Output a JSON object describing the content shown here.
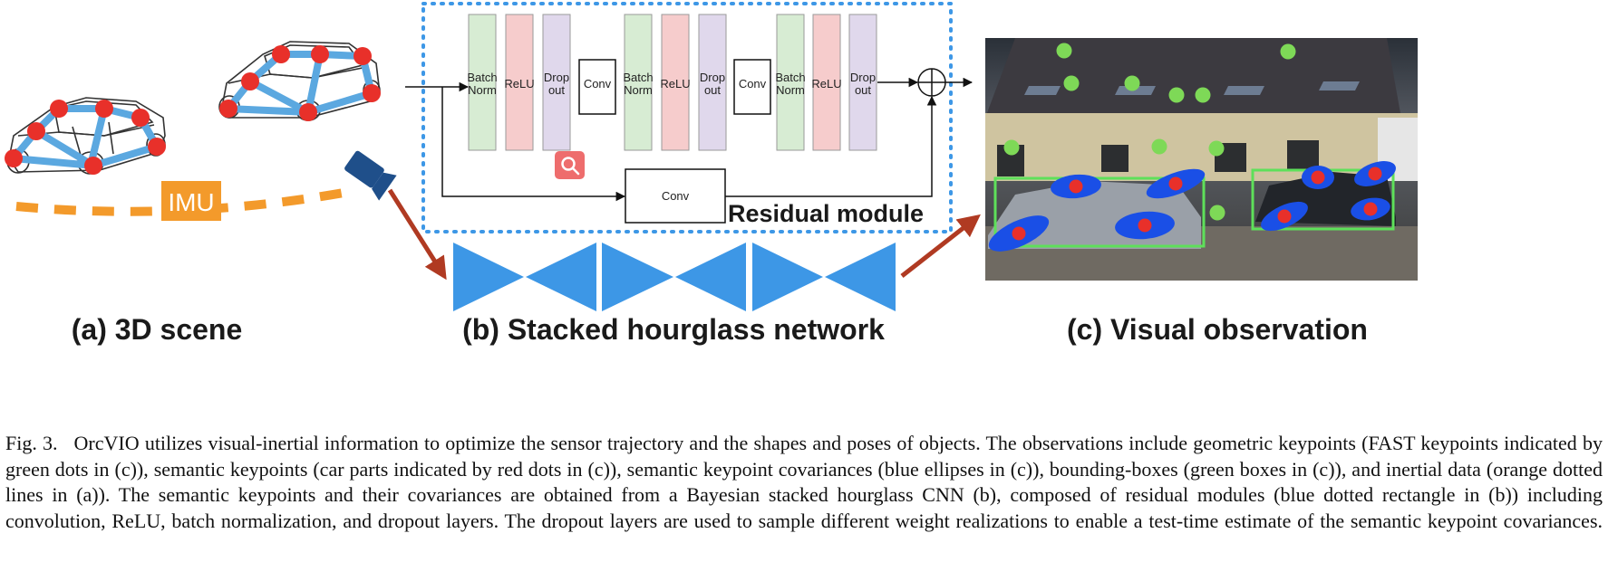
{
  "panels": {
    "a": {
      "label": "(a) 3D scene",
      "imu_label": "IMU"
    },
    "b": {
      "label": "(b) Stacked hourglass network",
      "residual_title": "Residual module",
      "layers": [
        {
          "line1": "Batch",
          "line2": "Norm",
          "kind": "batchnorm"
        },
        {
          "line1": "ReLU",
          "line2": "",
          "kind": "relu"
        },
        {
          "line1": "Drop",
          "line2": "out",
          "kind": "dropout"
        },
        {
          "line1": "Conv",
          "line2": "",
          "kind": "conv"
        },
        {
          "line1": "Batch",
          "line2": "Norm",
          "kind": "batchnorm"
        },
        {
          "line1": "ReLU",
          "line2": "",
          "kind": "relu"
        },
        {
          "line1": "Drop",
          "line2": "out",
          "kind": "dropout"
        },
        {
          "line1": "Conv",
          "line2": "",
          "kind": "conv"
        },
        {
          "line1": "Batch",
          "line2": "Norm",
          "kind": "batchnorm"
        },
        {
          "line1": "ReLU",
          "line2": "",
          "kind": "relu"
        },
        {
          "line1": "Drop",
          "line2": "out",
          "kind": "dropout"
        }
      ],
      "skip_conv_label": "Conv"
    },
    "c": {
      "label": "(c) Visual observation"
    }
  },
  "colors": {
    "keypoint_red": "#e8302a",
    "frame_blue": "#5ba8e0",
    "imu_orange": "#f39a2b",
    "fast_green": "#7ed957",
    "bbox_green": "#5ee05a",
    "ellipse_blue": "#1a4fe6",
    "hourglass_blue": "#3d97e6",
    "arrow_red": "#b03a22",
    "batchnorm_fill": "#d7ecd3",
    "relu_fill": "#f6cccc",
    "dropout_fill": "#e0d8ec"
  },
  "caption": {
    "prefix": "Fig. 3.",
    "text": "OrcVIO utilizes visual-inertial information to optimize the sensor trajectory and the shapes and poses of objects. The observations include geometric keypoints (FAST keypoints indicated by green dots in (c)), semantic keypoints (car parts indicated by red dots in (c)), semantic keypoint covariances (blue ellipses in (c)), bounding-boxes (green boxes in (c)), and inertial data (orange dotted lines in (a)). The semantic keypoints and their covariances are obtained from a Bayesian stacked hourglass CNN (b), composed of residual modules (blue dotted rectangle in (b)) including convolution, ReLU, batch normalization, and dropout layers. The dropout layers are used to sample different weight realizations to enable a test-time estimate of the semantic keypoint covariances."
  }
}
